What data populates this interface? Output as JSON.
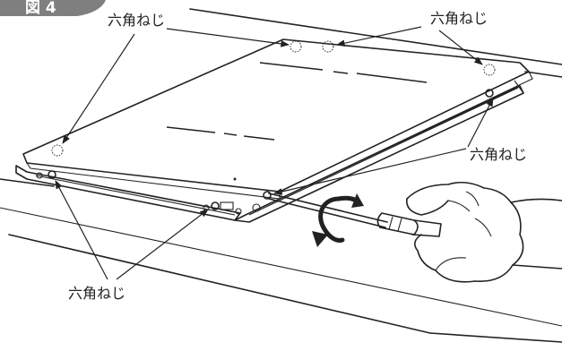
{
  "figure": {
    "badge": "図 4",
    "labels": {
      "top_left": "六角ねじ",
      "top_right": "六角ねじ",
      "right": "六角ねじ",
      "bottom": "六角ねじ"
    }
  },
  "colors": {
    "badge_fill": "#7f7f7f",
    "line": "#222222",
    "background": "#ffffff"
  }
}
